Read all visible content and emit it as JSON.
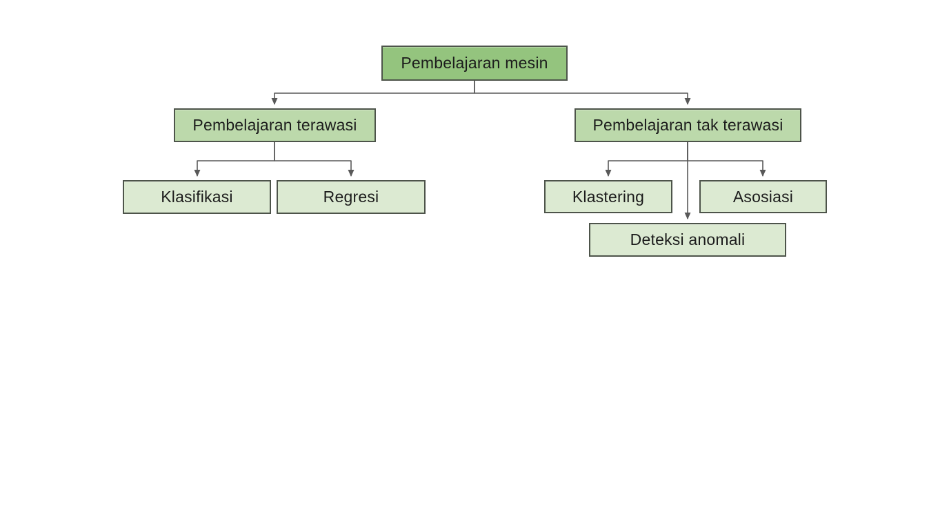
{
  "diagram": {
    "type": "tree-flowchart",
    "language": "Indonesian",
    "topic": "Machine learning taxonomy"
  },
  "nodes": {
    "root": {
      "label": "Pembelajaran mesin",
      "level": 1
    },
    "supervised": {
      "label": "Pembelajaran terawasi",
      "level": 2
    },
    "unsupervised": {
      "label": "Pembelajaran tak terawasi",
      "level": 2
    },
    "classification": {
      "label": "Klasifikasi",
      "level": 3
    },
    "regression": {
      "label": "Regresi",
      "level": 3
    },
    "clustering": {
      "label": "Klastering",
      "level": 3
    },
    "association": {
      "label": "Asosiasi",
      "level": 3
    },
    "anomaly": {
      "label": "Deteksi anomali",
      "level": 3
    }
  },
  "edges": [
    {
      "from": "root",
      "to": "supervised"
    },
    {
      "from": "root",
      "to": "unsupervised"
    },
    {
      "from": "supervised",
      "to": "classification"
    },
    {
      "from": "supervised",
      "to": "regression"
    },
    {
      "from": "unsupervised",
      "to": "clustering"
    },
    {
      "from": "unsupervised",
      "to": "association"
    },
    {
      "from": "unsupervised",
      "to": "anomaly"
    }
  ],
  "colors": {
    "background": "#ffffff",
    "root_fill": "#94c47e",
    "level2_fill": "#bcd9ab",
    "level3_fill": "#dcead2",
    "border": "#4d544a",
    "connector": "#595959",
    "text": "#1c1c1c"
  }
}
